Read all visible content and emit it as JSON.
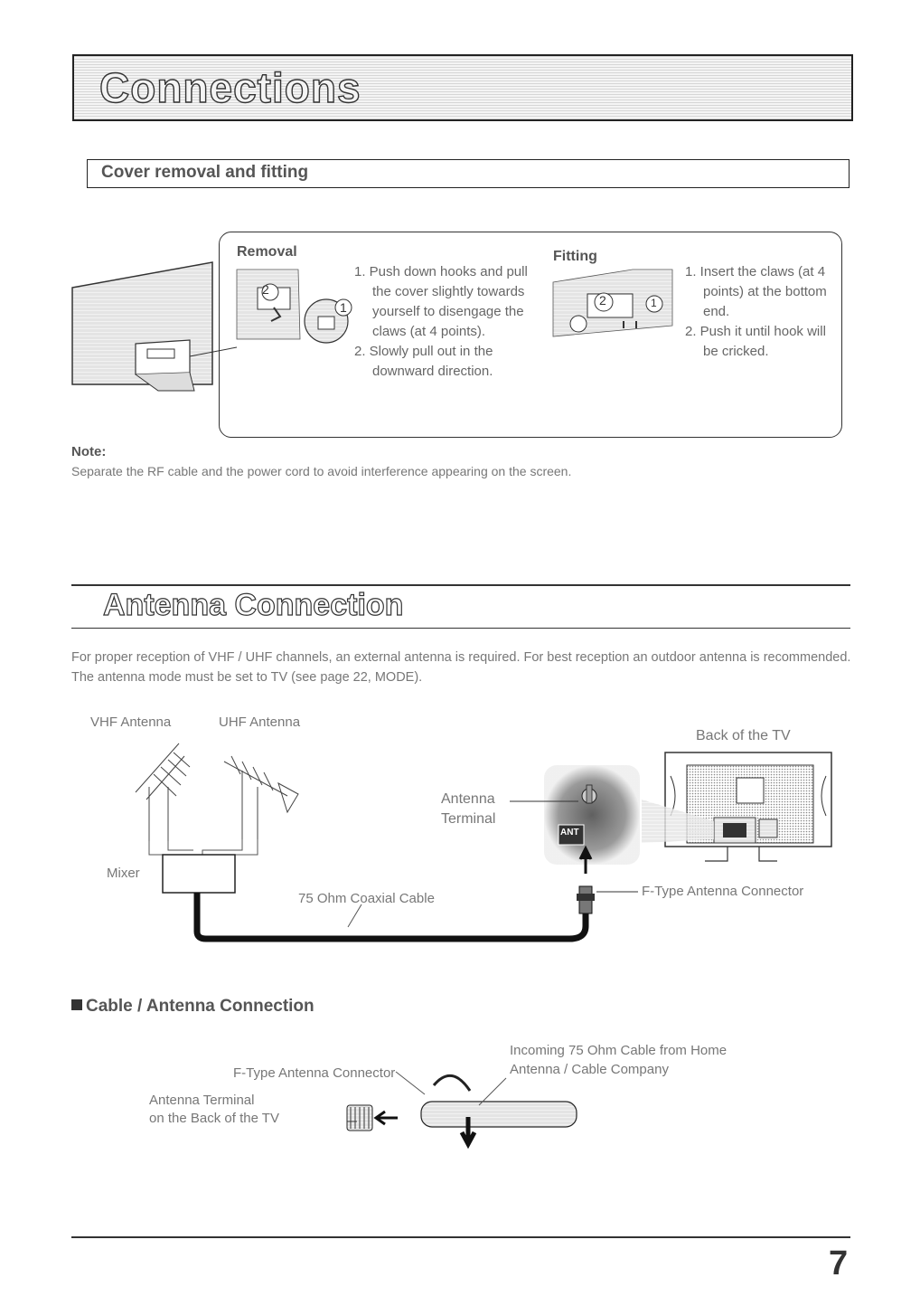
{
  "header": {
    "title": "Connections"
  },
  "cover": {
    "title": "Cover removal and fitting",
    "removal": {
      "heading": "Removal",
      "steps": [
        "1. Push down hooks and pull the cover slightly towards yourself to disengage the claws (at 4 points).",
        "2. Slowly pull out in the downward direction."
      ]
    },
    "fitting": {
      "heading": "Fitting",
      "steps": [
        "1. Insert the claws (at 4 points) at the bottom end.",
        "2. Push it until hook will be cricked."
      ]
    },
    "callout_1": "1",
    "callout_2": "2"
  },
  "note": {
    "label": "Note:",
    "text": "Separate the RF cable and the power cord to avoid interference appearing on the screen."
  },
  "antenna": {
    "title": "Antenna Connection",
    "intro": "For proper reception of VHF / UHF channels, an external antenna is required. For best reception an outdoor antenna is recommended. The antenna mode must be set to TV (see page 22, MODE).",
    "vhf_label": "VHF Antenna",
    "uhf_label": "UHF Antenna",
    "mixer_label": "Mixer",
    "terminal_line1": "Antenna",
    "terminal_line2": "Terminal",
    "cable_label": "75 Ohm Coaxial Cable",
    "back_label": "Back of the TV",
    "ant_label": "ANT",
    "connector_label": "F-Type Antenna Connector"
  },
  "cable": {
    "heading": "Cable / Antenna Connection",
    "connector_label": "F-Type Antenna Connector",
    "terminal_line1": "Antenna Terminal",
    "terminal_line2": "on the Back of the TV",
    "incoming_line1": "Incoming 75 Ohm Cable from Home",
    "incoming_line2": "Antenna / Cable Company"
  },
  "page_number": "7"
}
